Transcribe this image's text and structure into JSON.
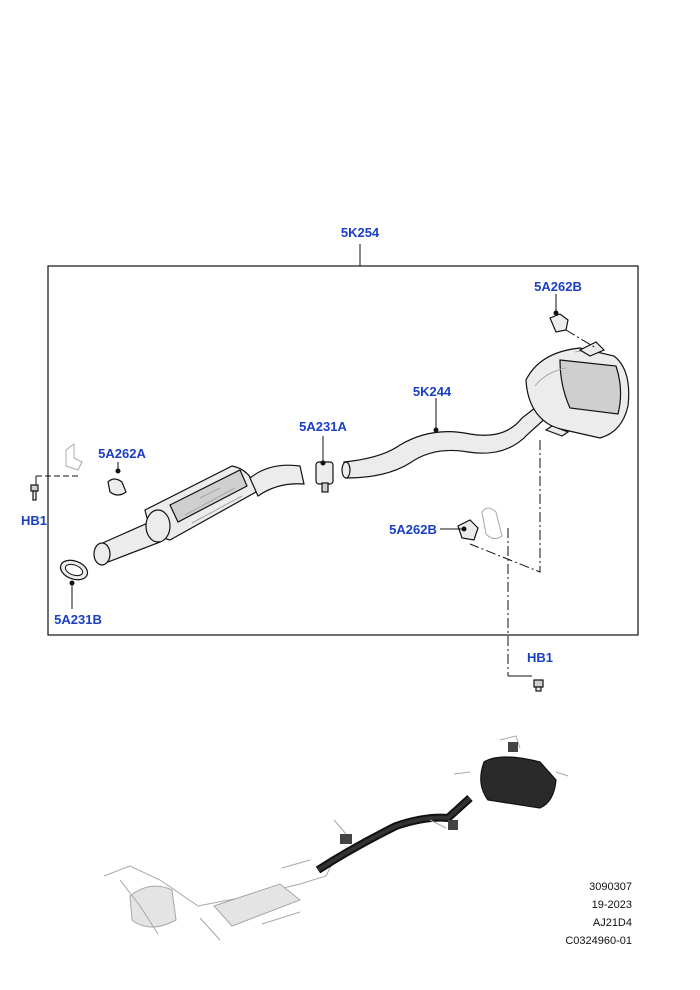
{
  "callouts": {
    "assembly": "5K254",
    "hanger_front": "5A262A",
    "bolt_left": "HB1",
    "clamp_front": "5A231B",
    "clamp_mid": "5A231A",
    "pipe_rear": "5K244",
    "hanger_rear_top": "5A262B",
    "hanger_rear_lower": "5A262B",
    "bolt_right": "HB1"
  },
  "footer": {
    "line1": "3090307",
    "line2": "19-2023",
    "line3": "AJ21D4",
    "line4": "C0324960-01"
  }
}
